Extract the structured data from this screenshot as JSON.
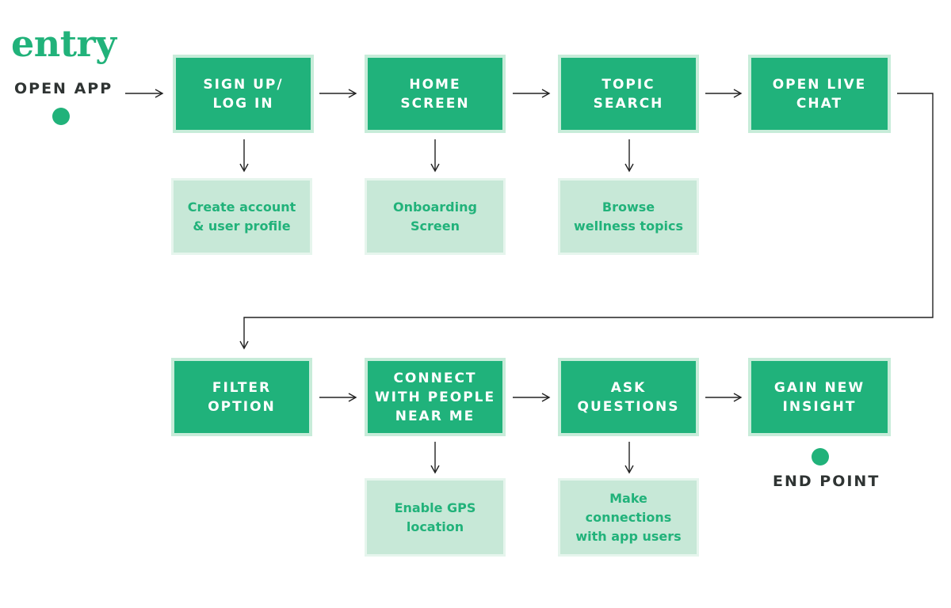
{
  "logo": "entry",
  "start": {
    "label": "OPEN APP"
  },
  "end": {
    "label": "END POINT"
  },
  "colors": {
    "main": "#20b27b",
    "sub": "#c7e8d7",
    "text_dark": "#2f3433",
    "arrow": "#222222"
  },
  "flow_row_1": [
    {
      "title": "SIGN UP/\nLOG IN",
      "detail": "Create account\n& user profile"
    },
    {
      "title": "HOME\nSCREEN",
      "detail": "Onboarding\nScreen"
    },
    {
      "title": "TOPIC\nSEARCH",
      "detail": "Browse\nwellness topics"
    },
    {
      "title": "OPEN LIVE\nCHAT",
      "detail": ""
    }
  ],
  "flow_row_2": [
    {
      "title": "FILTER\nOPTION",
      "detail": ""
    },
    {
      "title": "CONNECT\nWITH PEOPLE\nNEAR ME",
      "detail": "Enable GPS\nlocation"
    },
    {
      "title": "ASK\nQUESTIONS",
      "detail": "Make\nconnections\nwith app users"
    },
    {
      "title": "GAIN NEW\nINSIGHT",
      "detail": ""
    }
  ]
}
